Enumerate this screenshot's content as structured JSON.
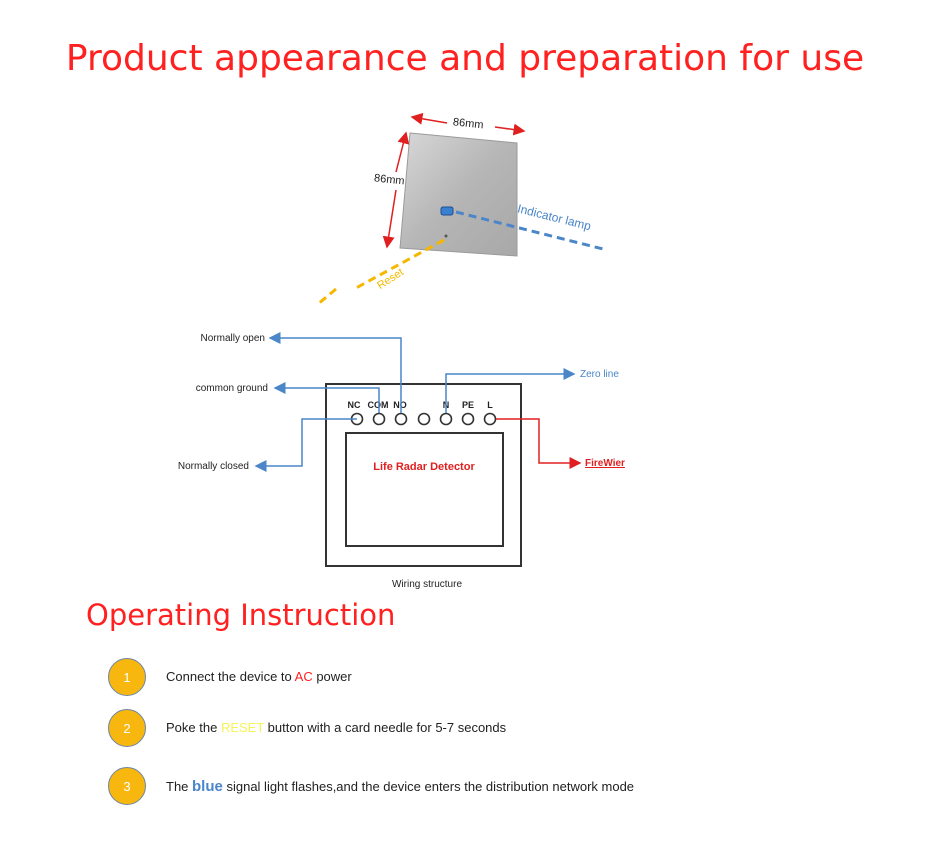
{
  "title": "Product appearance and preparation for use",
  "panel": {
    "width_label": "86mm",
    "height_label": "86mm",
    "indicator_label": "Indicator lamp",
    "reset_label": "Reset"
  },
  "wiring": {
    "box_label": "Life Radar Detector",
    "caption": "Wiring structure",
    "terminals": [
      "NC",
      "COM",
      "NO",
      "N",
      "PE",
      "L"
    ],
    "normally_open": "Normally open",
    "common_ground": "common ground",
    "normally_closed": "Normally closed",
    "zero_line": "Zero line",
    "fire_wire": "FireWier"
  },
  "section_title": "Operating Instruction",
  "steps": [
    {
      "num": "1",
      "pre": "Connect the device to ",
      "hl": "AC",
      "post": " power"
    },
    {
      "num": "2",
      "pre": "Poke the ",
      "hl": "RESET",
      "post": " button with a card needle for 5-7 seconds"
    },
    {
      "num": "3",
      "pre": "The ",
      "hl": "blue",
      "post": " signal light flashes,and the device enters the distribution network mode"
    }
  ],
  "colors": {
    "title": "#ff2020",
    "badge": "#f8b70e",
    "wire_blue": "#4a86c8",
    "wire_red": "#e02020",
    "reset_dash": "#f5b800"
  }
}
